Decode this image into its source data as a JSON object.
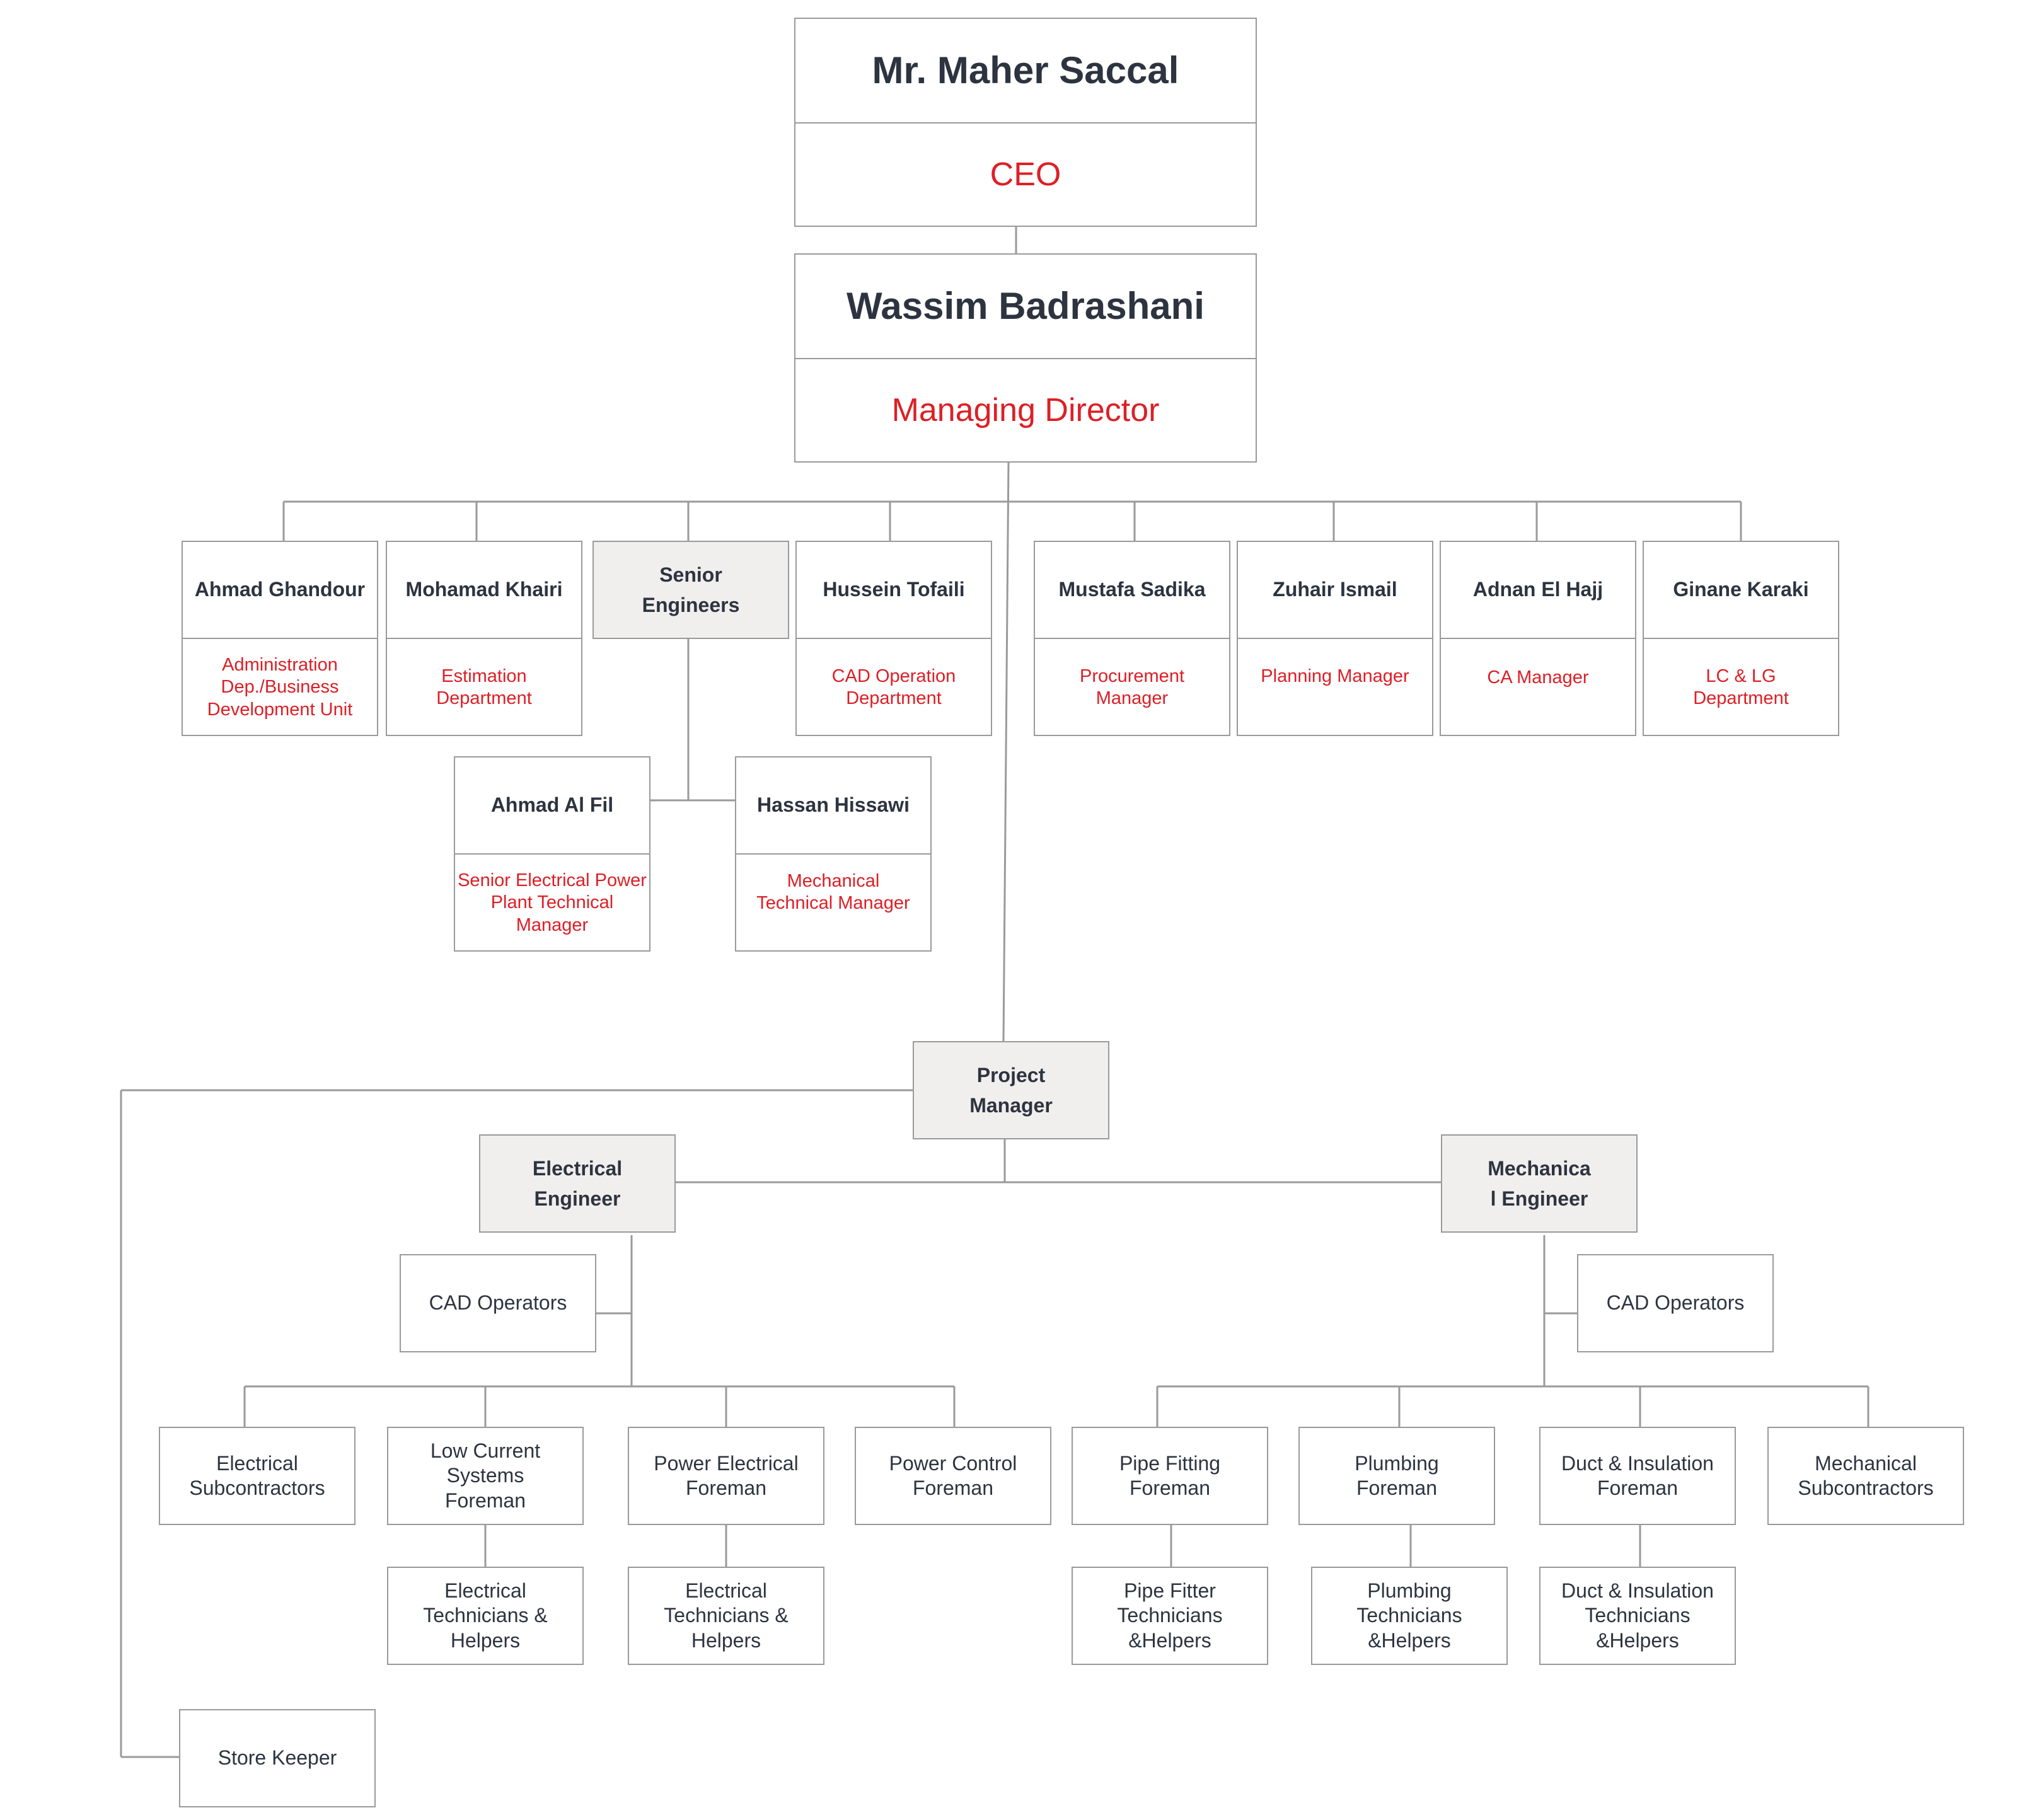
{
  "ceo": {
    "name": "Mr. Maher Saccal",
    "title": "CEO"
  },
  "md": {
    "name": "Wassim Badrashani",
    "title": "Managing Director"
  },
  "direct_reports": [
    {
      "name": "Ahmad Ghandour",
      "title": "Administration\nDep./Business\nDevelopment Unit"
    },
    {
      "name": "Mohamad Khairi",
      "title": "Estimation\nDepartment"
    },
    {
      "name": "Hussein Tofaili",
      "title": "CAD Operation\nDepartment"
    },
    {
      "name": "Mustafa Sadika",
      "title": "Procurement\nManager"
    },
    {
      "name": "Zuhair Ismail",
      "title": "Planning Manager"
    },
    {
      "name": "Adnan El Hajj",
      "title": "CA Manager"
    },
    {
      "name": "Ginane Karaki",
      "title": "LC & LG\nDepartment"
    }
  ],
  "senior_engineers": {
    "label": "Senior\nEngineers",
    "members": [
      {
        "name": "Ahmad Al Fil",
        "title": "Senior Electrical Power\nPlant Technical\nManager"
      },
      {
        "name": "Hassan Hissawi",
        "title": "Mechanical\nTechnical Manager"
      }
    ]
  },
  "project_manager": "Project\nManager",
  "electrical_engineer": "Electrical\nEngineer",
  "mechanical_engineer": "Mechanica\nl Engineer",
  "cad_operators": "CAD Operators",
  "electrical_branch": [
    "Electrical\nSubcontractors",
    "Low Current\nSystems\nForeman",
    "Power Electrical\nForeman",
    "Power Control\nForeman"
  ],
  "electrical_sub": [
    "Electrical\nTechnicians &\nHelpers",
    "Electrical\nTechnicians &\nHelpers"
  ],
  "mechanical_branch": [
    "Pipe Fitting\nForeman",
    "Plumbing\nForeman",
    "Duct & Insulation\nForeman",
    "Mechanical\nSubcontractors"
  ],
  "mechanical_sub": [
    "Pipe Fitter\nTechnicians\n&Helpers",
    "Plumbing\nTechnicians\n&Helpers",
    "Duct & Insulation\nTechnicians\n&Helpers"
  ],
  "store_keeper": "Store Keeper"
}
